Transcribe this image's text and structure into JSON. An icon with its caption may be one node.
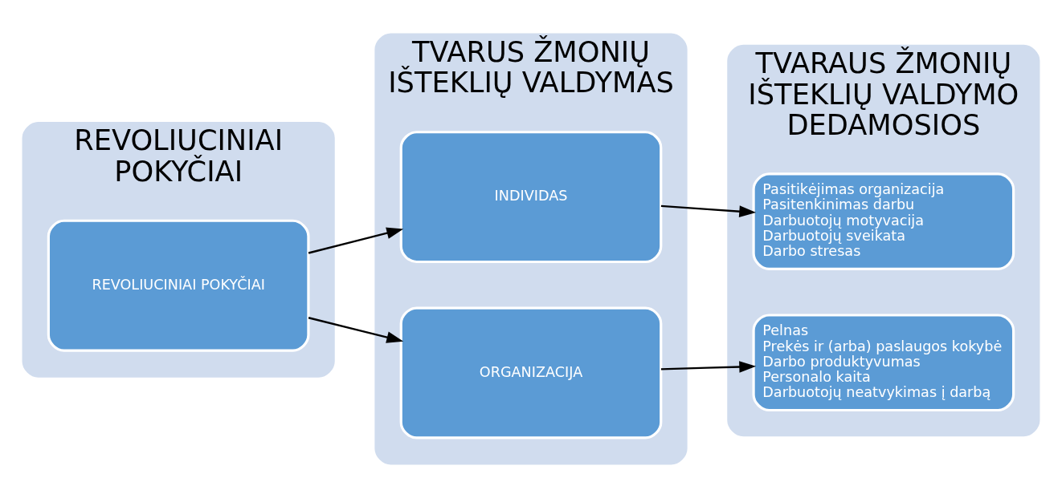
{
  "diagram": {
    "nodes": [
      {
        "text": [
          "REVOLIUCINIAI POKYČIAI"
        ]
      },
      {
        "text": [
          "REVOLIUCINIAI POKYČIAI"
        ],
        "in": 0
      },
      {
        "text": [
          "TVARUS ŽMONIŲ IŠTEKLIŲ VALDYMAS"
        ]
      },
      {
        "text": [
          "INDIVIDAS"
        ],
        "in": 2
      },
      {
        "text": [
          "ORGANIZACIJA"
        ],
        "in": 2
      },
      {
        "text": [
          "TVARAUS ŽMONIŲ IŠTEKLIŲ VALDYMO DEDAMOSIOS"
        ]
      },
      {
        "text": [
          "Pasitikėjimas organizacija",
          "Pasitenkinimas darbu",
          "Darbuotojų motyvacija",
          "Darbuotojų sveikata",
          "Darbo stresas"
        ],
        "in": 5
      },
      {
        "text": [
          "Pelnas",
          "Prekės ir (arba) paslaugos kokybė",
          "Darbo produktyvumas",
          "Personalo kaita",
          "Darbuotojų neatvykimas į darbą"
        ],
        "in": 5
      }
    ],
    "edges": [
      {
        "from": 1,
        "to": 3,
        "arrow": "to"
      },
      {
        "from": 1,
        "to": 4,
        "arrow": "to"
      },
      {
        "from": 3,
        "to": 6,
        "arrow": "to"
      },
      {
        "from": 4,
        "to": 7,
        "arrow": "to"
      }
    ]
  }
}
